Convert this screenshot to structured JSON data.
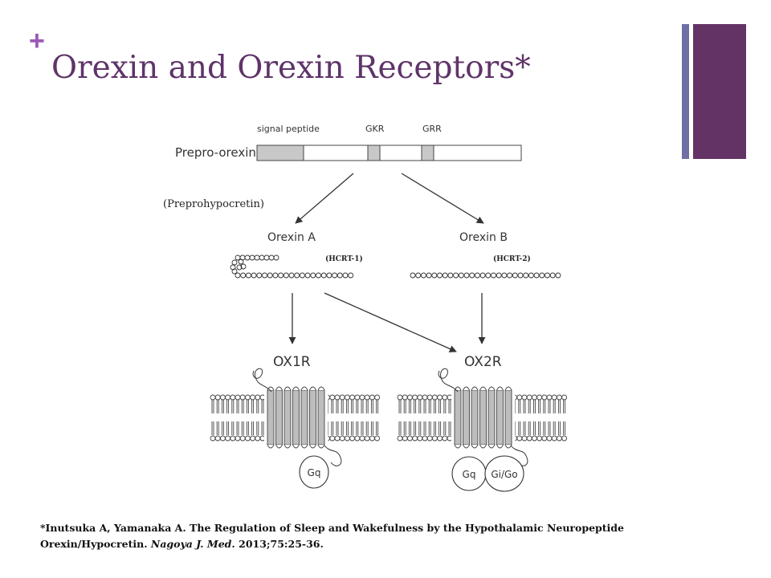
{
  "slide": {
    "plus_mark": "+",
    "title": "Orexin and Orexin Receptors*",
    "accent_colors": {
      "title": "#5f3469",
      "plus": "#9b59b6",
      "bar_thin": "#6f6fa6",
      "bar_thick": "#643366"
    }
  },
  "diagram": {
    "prepro_label": "Prepro-orexin",
    "segment_labels": {
      "signal": "signal peptide",
      "gkr": "GKR",
      "grr": "GRR"
    },
    "alt_name": "(Preprohypocretin)",
    "orexin_a": "Orexin A",
    "orexin_b": "Orexin B",
    "hcrt1": "(HCRT-1)",
    "hcrt2": "(HCRT-2)",
    "ox1r": "OX1R",
    "ox2r": "OX2R",
    "gq1": "Gq",
    "gq2": "Gq",
    "gigo": "Gi/Go"
  },
  "citation": {
    "prefix": "*Inutsuka A, Yamanaka A. The Regulation of Sleep and Wakefulness by the Hypothalamic Neuropeptide Orexin/Hypocretin. ",
    "journal": "Nagoya J. Med.",
    "suffix": " 2013;75:25-36."
  }
}
